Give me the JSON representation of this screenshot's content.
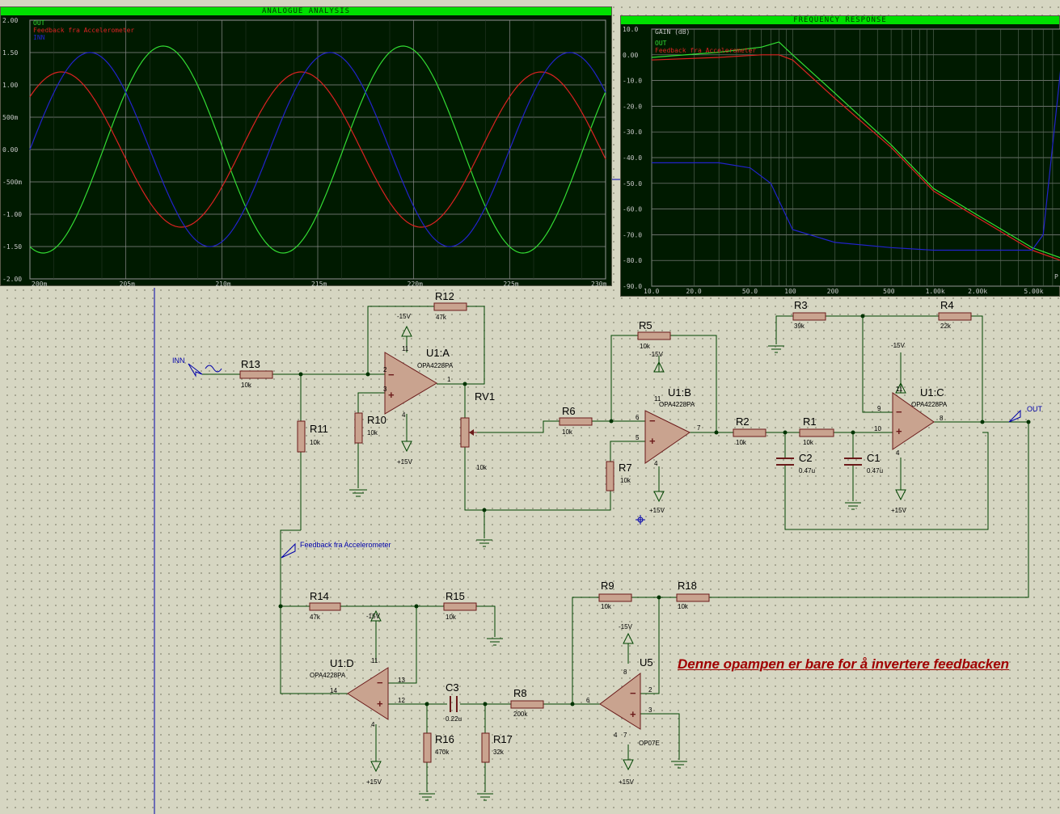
{
  "analogue": {
    "title": "ANALOGUE ANALYSIS",
    "legend": [
      "OUT",
      "Feedback fra Accelerometer",
      "INN"
    ],
    "yticks": [
      "2.00",
      "1.50",
      "1.00",
      "500m",
      "0.00",
      "-500m",
      "-1.00",
      "-1.50",
      "-2.00"
    ],
    "xticks": [
      "200m",
      "205m",
      "210m",
      "215m",
      "220m",
      "225m",
      "230m"
    ]
  },
  "freq": {
    "title": "FREQUENCY RESPONSE",
    "ylabel": "GAIN (dB)",
    "legend": [
      "OUT",
      "Feedback fra Accelerometer"
    ],
    "yticks": [
      "10.0",
      "0.00",
      "-10.0",
      "-20.0",
      "-30.0",
      "-40.0",
      "-50.0",
      "-60.0",
      "-70.0",
      "-80.0",
      "-90.0"
    ],
    "xticks": [
      "10.0",
      "20.0",
      "50.0",
      "100",
      "200",
      "500",
      "1.00k",
      "2.00k",
      "5.00k"
    ],
    "corner_label": "P"
  },
  "chart_data": [
    {
      "type": "line",
      "title": "ANALOGUE ANALYSIS",
      "xlim": [
        "200m",
        "230m"
      ],
      "ylim": [
        -2.0,
        2.0
      ],
      "grid": true,
      "legend_position": "top-left",
      "series": [
        {
          "name": "OUT",
          "color": "#33dd33",
          "amplitude": 1.6,
          "period": "0.0125"
        },
        {
          "name": "Feedback fra Accelerometer",
          "color": "#dd2222",
          "amplitude": 1.2,
          "period": "0.0125"
        },
        {
          "name": "INN",
          "color": "#2222cc",
          "amplitude": 1.5,
          "period": "0.0125"
        }
      ]
    },
    {
      "type": "line",
      "title": "FREQUENCY RESPONSE",
      "ylabel": "GAIN (dB)",
      "xscale": "log",
      "ylim": [
        -90,
        10
      ],
      "grid": true,
      "legend_position": "top-left",
      "series": [
        {
          "name": "OUT",
          "color": "#33dd33",
          "x": [
            10,
            30,
            60,
            80,
            100,
            200,
            500,
            1000,
            2000,
            5000,
            8000
          ],
          "y": [
            -1,
            1,
            3,
            5,
            0,
            -15,
            -35,
            -52,
            -62,
            -75,
            -79
          ]
        },
        {
          "name": "Feedback fra Accelerometer",
          "color": "#dd2222",
          "x": [
            10,
            30,
            60,
            80,
            100,
            200,
            500,
            1000,
            2000,
            5000,
            8000
          ],
          "y": [
            -2,
            -1,
            0,
            0,
            -2,
            -17,
            -36,
            -53,
            -63,
            -76,
            -80
          ]
        },
        {
          "name": "",
          "color": "#2222cc",
          "x": [
            10,
            30,
            50,
            70,
            100,
            200,
            500,
            1000,
            5000,
            6000,
            8000
          ],
          "y": [
            -42,
            -42,
            -44,
            -50,
            -68,
            -73,
            -75,
            -76,
            -76,
            -70,
            -5
          ]
        }
      ]
    }
  ],
  "schematic": {
    "components": {
      "R12": "R12",
      "R12v": "47k",
      "R13": "R13",
      "R13v": "10k",
      "R11": "R11",
      "R11v": "10k",
      "R10": "R10",
      "R10v": "10k",
      "RV1": "RV1",
      "RV1v": "10k",
      "R6": "R6",
      "R6v": "10k",
      "R5": "R5",
      "R5v": "10k",
      "R7": "R7",
      "R7v": "10k",
      "R2": "R2",
      "R2v": "10k",
      "R1": "R1",
      "R1v": "10k",
      "C2": "C2",
      "C2v": "0.47u",
      "C1": "C1",
      "C1v": "0.47u",
      "R3": "R3",
      "R3v": "39k",
      "R4": "R4",
      "R4v": "22k",
      "R14": "R14",
      "R14v": "47k",
      "R15": "R15",
      "R15v": "10k",
      "R9": "R9",
      "R9v": "10k",
      "R18": "R18",
      "R18v": "10k",
      "C3": "C3",
      "C3v": "0.22u",
      "R8": "R8",
      "R8v": "200k",
      "R16": "R16",
      "R16v": "470k",
      "R17": "R17",
      "R17v": "32k"
    },
    "opamps": {
      "U1A": "U1:A",
      "U1B": "U1:B",
      "U1C": "U1:C",
      "U1D": "U1:D",
      "part": "OPA4228PA",
      "U5": "U5",
      "U5part": "OP07E"
    },
    "supply_pos": "-15V",
    "supply_neg": "+15V",
    "terminals": {
      "inn": "INN",
      "out": "OUT",
      "feedback": "Feedback fra Accelerometer"
    },
    "pins": {
      "a2": "2",
      "a3": "3",
      "a1": "1",
      "a11": "11",
      "a4": "4",
      "b6": "6",
      "b5": "5",
      "b7": "7",
      "b11": "11",
      "b4": "4",
      "c9": "9",
      "c10": "10",
      "c8": "8",
      "c11": "11",
      "c4": "4",
      "d13": "13",
      "d12": "12",
      "d14": "14",
      "d11": "11",
      "d4": "4",
      "u2": "2",
      "u3": "3",
      "u6": "6",
      "u8": "8",
      "u7": "7",
      "u4": "4"
    }
  },
  "note": "Denne opampen er bare for å invertere feedbacken"
}
